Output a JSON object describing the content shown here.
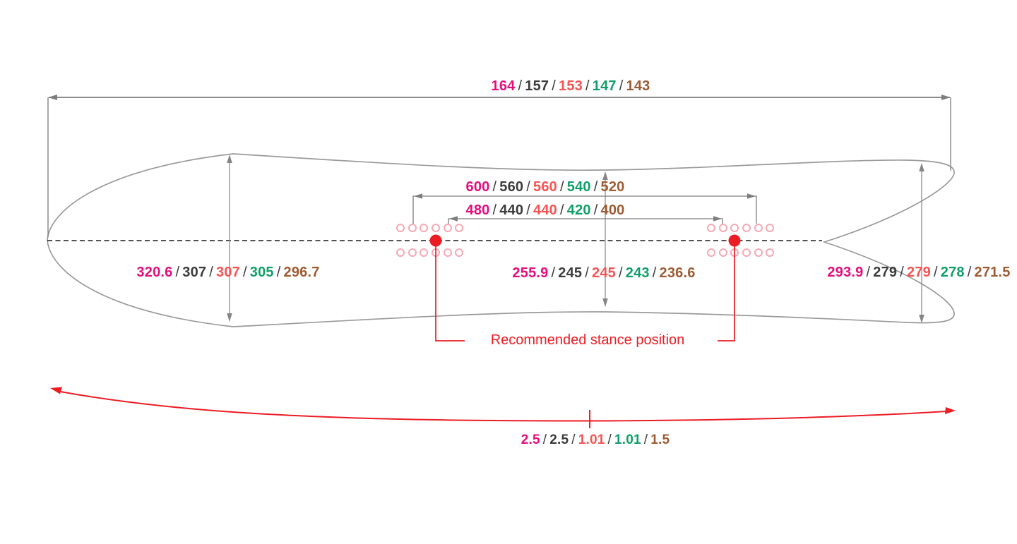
{
  "diagram_title": "splitboard-dimension-diagram",
  "separator": "/",
  "palette": {
    "size1": "#e30e7c",
    "size2": "#3c3c3c",
    "size3": "#f65353",
    "size4": "#119e6a",
    "size5": "#9d5c33",
    "accent_red": "#ec1c24",
    "hole_pink": "#f5a8b4",
    "outline_gray": "#9a9a9a",
    "dim_gray": "#7d7d7d",
    "centerline_black": "#1a1a1a"
  },
  "measurements": {
    "total_length": {
      "values": [
        "164",
        "157",
        "153",
        "147",
        "143"
      ]
    },
    "stance_width_outer": {
      "values": [
        "600",
        "560",
        "560",
        "540",
        "520"
      ]
    },
    "stance_width_inner": {
      "values": [
        "480",
        "440",
        "440",
        "420",
        "400"
      ]
    },
    "nose_width": {
      "values": [
        "320.6",
        "307",
        "307",
        "305",
        "296.7"
      ]
    },
    "waist_width": {
      "values": [
        "255.9",
        "245",
        "245",
        "243",
        "236.6"
      ]
    },
    "tail_width": {
      "values": [
        "293.9",
        "279",
        "279",
        "278",
        "271.5"
      ]
    },
    "camber": {
      "values": [
        "2.5",
        "2.5",
        "1.01",
        "1.01",
        "1.5"
      ]
    }
  },
  "labels": {
    "stance_note": "Recommended stance position"
  }
}
